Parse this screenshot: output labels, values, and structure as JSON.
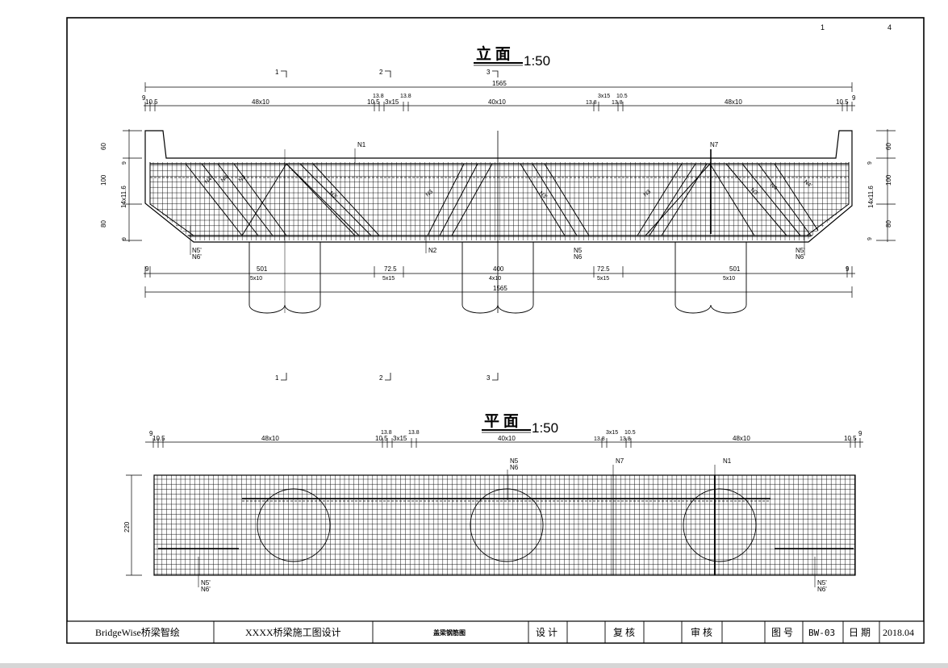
{
  "sheet": {
    "corner_left": "1",
    "corner_right": "4"
  },
  "elevation": {
    "title": "立 面",
    "scale": "1:50",
    "section_marks": [
      "1",
      "2",
      "3"
    ],
    "total_width": "1565",
    "top_dims": {
      "d9": "9",
      "d105": "10.5",
      "seg_48x10": "48x10",
      "d138": "13.8",
      "d3x15": "3x15",
      "seg_40x10": "40x10"
    },
    "left_dims": [
      "60",
      "100",
      "80",
      "14x11.6",
      "9",
      "9"
    ],
    "right_dims": [
      "60",
      "100",
      "80",
      "14x11.6",
      "9",
      "9"
    ],
    "bottom_dims": {
      "d9": "9",
      "d501": "501",
      "d725": "72.5",
      "d400": "400",
      "sub_501": "5x10",
      "sub_725": "5x15",
      "sub_400": "4x10",
      "total": "1565"
    },
    "rebar_labels": {
      "n1": "N1",
      "n7": "N7",
      "n2": "N2",
      "n5": "N5",
      "n6": "N6",
      "n5p": "N5'",
      "n6p": "N6'",
      "n3": "N3",
      "n4": "N4",
      "n4p": "N4'",
      "n3p": "N3'"
    }
  },
  "plan": {
    "title": "平 面",
    "scale": "1:50",
    "width_dim": "220",
    "top_dims": {
      "d9": "9",
      "d105": "10.5",
      "seg_48x10": "48x10",
      "d138": "13.8",
      "d3x15": "3x15",
      "seg_40x10": "40x10"
    },
    "rebar_labels": {
      "n5": "N5",
      "n6": "N6",
      "n7": "N7",
      "n1": "N1",
      "n5p": "N5'",
      "n6p": "N6'"
    }
  },
  "title_block": {
    "company": "BridgeWise桥梁智绘",
    "project": "XXXX桥梁施工图设计",
    "drawing_name": "盖梁钢筋图",
    "design": "设 计",
    "review": "复 核",
    "approve": "审 核",
    "drawing_no_label": "图 号",
    "drawing_no": "BW-03",
    "date_label": "日 期",
    "date": "2018.04"
  }
}
